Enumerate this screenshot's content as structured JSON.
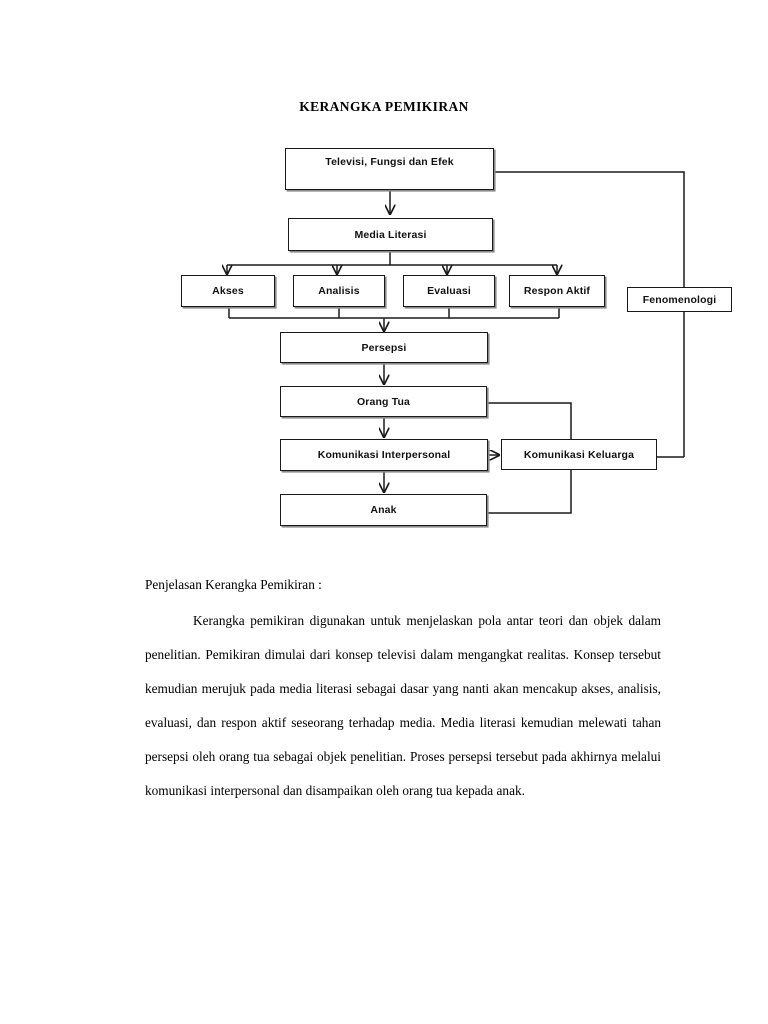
{
  "document": {
    "title": "KERANGKA PEMIKIRAN"
  },
  "diagram": {
    "name": "kerangka-pemikiran-flowchart",
    "nodes": {
      "televisi": "Televisi, Fungsi dan Efek",
      "media_literasi": "Media Literasi",
      "akses": "Akses",
      "analisis": "Analisis",
      "evaluasi": "Evaluasi",
      "respon_aktif": "Respon Aktif",
      "fenomenologi": "Fenomenologi",
      "persepsi": "Persepsi",
      "orang_tua": "Orang Tua",
      "komunikasi_interpersonal": "Komunikasi Interpersonal",
      "komunikasi_keluarga": "Komunikasi Keluarga",
      "anak": "Anak"
    }
  },
  "body": {
    "lead": "Penjelasan Kerangka Pemikiran :",
    "paragraph": "Kerangka pemikiran digunakan untuk menjelaskan pola antar teori dan objek dalam penelitian. Pemikiran dimulai dari konsep televisi dalam mengangkat realitas. Konsep tersebut kemudian merujuk pada media literasi sebagai dasar yang nanti akan mencakup akses, analisis, evaluasi, dan respon aktif seseorang terhadap media. Media literasi kemudian melewati tahan persepsi oleh orang tua sebagai objek penelitian. Proses persepsi tersebut pada akhirnya melalui komunikasi interpersonal dan disampaikan oleh orang tua kepada anak."
  },
  "colors": {
    "ink": "#000000",
    "box_border": "#1a1a1a",
    "box_shadow": "#8a8a8a",
    "page_background": "#ffffff"
  }
}
